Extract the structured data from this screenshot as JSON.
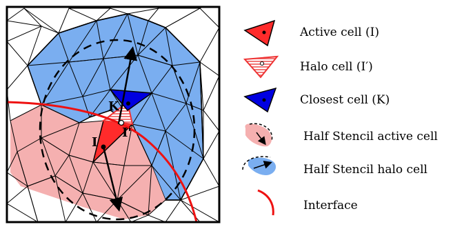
{
  "colors": {
    "active": "#ff2b2b",
    "halo_hatch": "#ee5555",
    "closest": "#0000e0",
    "stencil_active": "#f5b0b0",
    "stencil_halo": "#7aaef0",
    "interface": "#ee1111"
  },
  "diagram": {
    "label_active": "I",
    "label_halo": "I'",
    "label_closest": "K"
  },
  "legend": {
    "active_cell": "Active cell (I)",
    "halo_cell": "Halo cell (I′)",
    "closest_cell": "Closest cell (K)",
    "half_stencil_active": "Half Stencil active cell",
    "half_stencil_halo": "Half Stencil halo cell",
    "interface": "Interface"
  }
}
